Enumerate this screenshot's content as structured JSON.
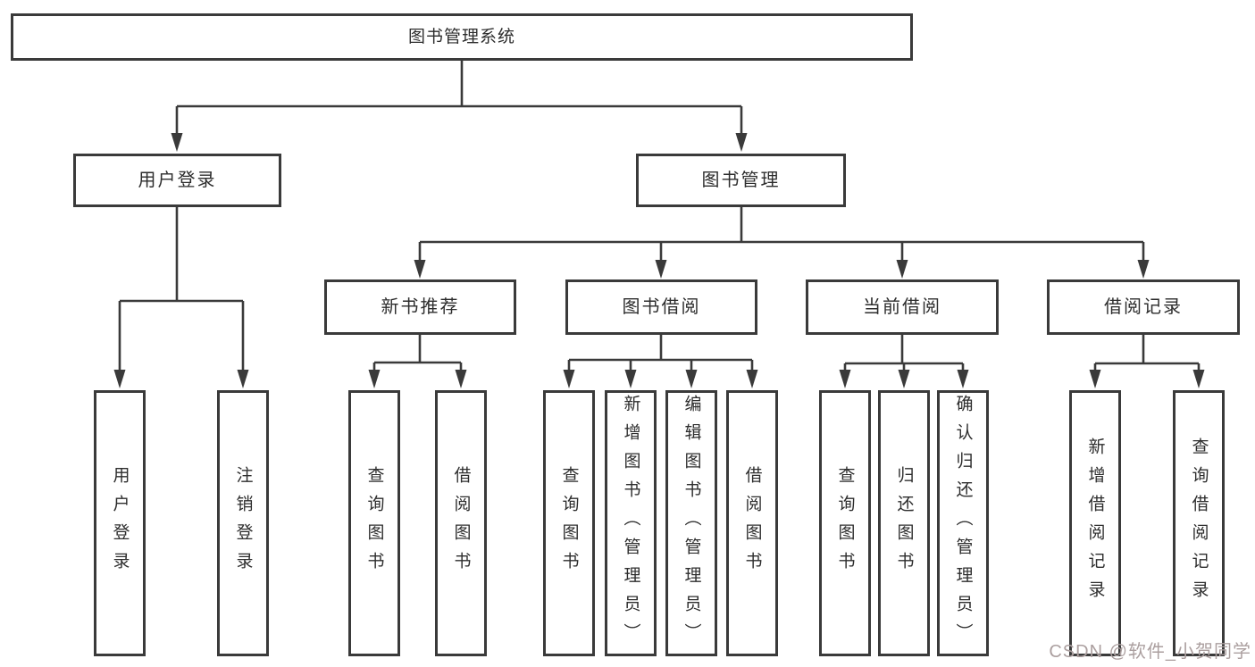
{
  "colors": {
    "line": "#3a3a3a",
    "text": "#2d2d2d",
    "box-bg": "#ffffff",
    "watermark": "#ab9f9f"
  },
  "nodes": {
    "root": "图书管理系统",
    "user_login": "用户登录",
    "book_mgmt": "图书管理",
    "new_book_rec": "新书推荐",
    "book_borrow": "图书借阅",
    "current_borrow": "当前借阅",
    "borrow_record": "借阅记录",
    "leaf_user_login": "用户登录",
    "leaf_logout": "注销登录",
    "leaf_nbr_query": "查询图书",
    "leaf_nbr_borrow": "借阅图书",
    "leaf_bb_query": "查询图书",
    "leaf_bb_add": "新增图书（管理员）",
    "leaf_bb_edit": "编辑图书（管理员）",
    "leaf_bb_borrow": "借阅图书",
    "leaf_cb_query": "查询图书",
    "leaf_cb_return": "归还图书",
    "leaf_cb_confirm": "确认归还（管理员）",
    "leaf_br_add": "新增借阅记录",
    "leaf_br_query": "查询借阅记录"
  },
  "watermark": "CSDN @软件_小贺同学"
}
